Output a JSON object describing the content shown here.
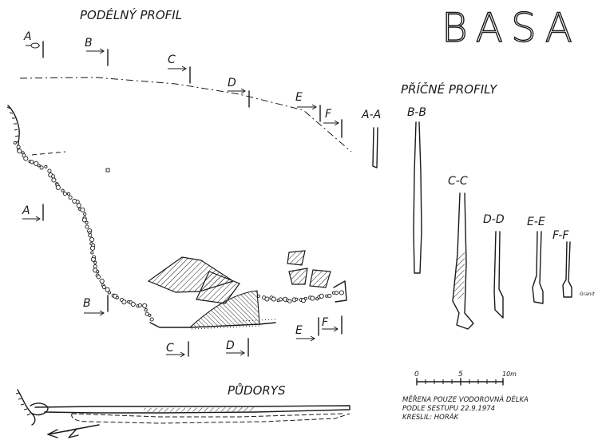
{
  "title": "BASA",
  "longitudinal_profile_title": "PODÉLNÝ PROFIL",
  "cross_profiles_title": "PŘÍČNÉ PROFILY",
  "plan_title": "PŮDORYS",
  "section_markers": {
    "a": "A",
    "b": "B",
    "c": "C",
    "d": "D",
    "e": "E",
    "f": "F"
  },
  "cross_sections": [
    {
      "label": "A-A"
    },
    {
      "label": "B-B"
    },
    {
      "label": "C-C"
    },
    {
      "label": "D-D"
    },
    {
      "label": "E-E"
    },
    {
      "label": "F-F"
    }
  ],
  "granite_label": "Granit",
  "scale_bar": {
    "ticks": [
      "0",
      "5",
      "10m"
    ]
  },
  "notes": {
    "line1": "MĚŘENA POUZE VODOROVNÁ DÉLKA",
    "line2": "PODLE SESTUPU  22.9.1974",
    "line3": "KRESLIL: HORÁK"
  }
}
